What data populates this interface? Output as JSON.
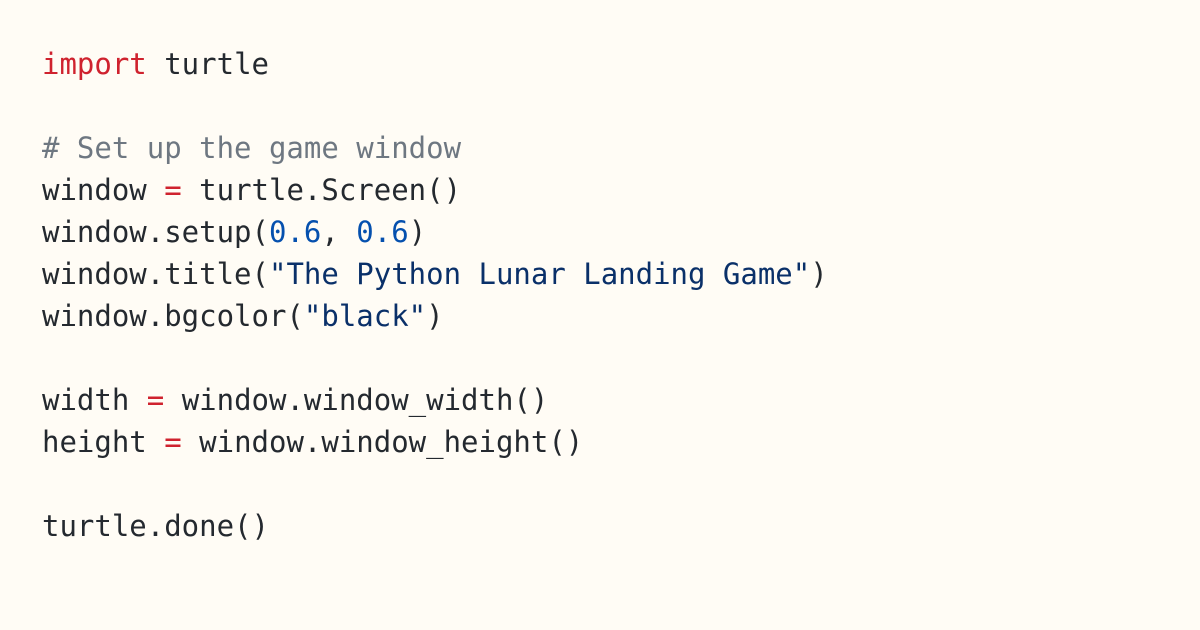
{
  "code": {
    "language": "python",
    "colors": {
      "background": "#fffcf5",
      "plain": "#24292f",
      "keyword": "#cf222e",
      "operator": "#cf222e",
      "comment": "#6e7781",
      "number": "#0550ae",
      "string": "#0a3069"
    },
    "lines": [
      [
        {
          "type": "keyword",
          "text": "import"
        },
        {
          "type": "plain",
          "text": " turtle"
        }
      ],
      [],
      [
        {
          "type": "comment",
          "text": "# Set up the game window"
        }
      ],
      [
        {
          "type": "plain",
          "text": "window "
        },
        {
          "type": "operator",
          "text": "="
        },
        {
          "type": "plain",
          "text": " turtle.Screen()"
        }
      ],
      [
        {
          "type": "plain",
          "text": "window.setup("
        },
        {
          "type": "number",
          "text": "0.6"
        },
        {
          "type": "plain",
          "text": ", "
        },
        {
          "type": "number",
          "text": "0.6"
        },
        {
          "type": "plain",
          "text": ")"
        }
      ],
      [
        {
          "type": "plain",
          "text": "window.title("
        },
        {
          "type": "string",
          "text": "\"The Python Lunar Landing Game\""
        },
        {
          "type": "plain",
          "text": ")"
        }
      ],
      [
        {
          "type": "plain",
          "text": "window.bgcolor("
        },
        {
          "type": "string",
          "text": "\"black\""
        },
        {
          "type": "plain",
          "text": ")"
        }
      ],
      [],
      [
        {
          "type": "plain",
          "text": "width "
        },
        {
          "type": "operator",
          "text": "="
        },
        {
          "type": "plain",
          "text": " window.window_width()"
        }
      ],
      [
        {
          "type": "plain",
          "text": "height "
        },
        {
          "type": "operator",
          "text": "="
        },
        {
          "type": "plain",
          "text": " window.window_height()"
        }
      ],
      [],
      [
        {
          "type": "plain",
          "text": "turtle.done()"
        }
      ]
    ]
  }
}
